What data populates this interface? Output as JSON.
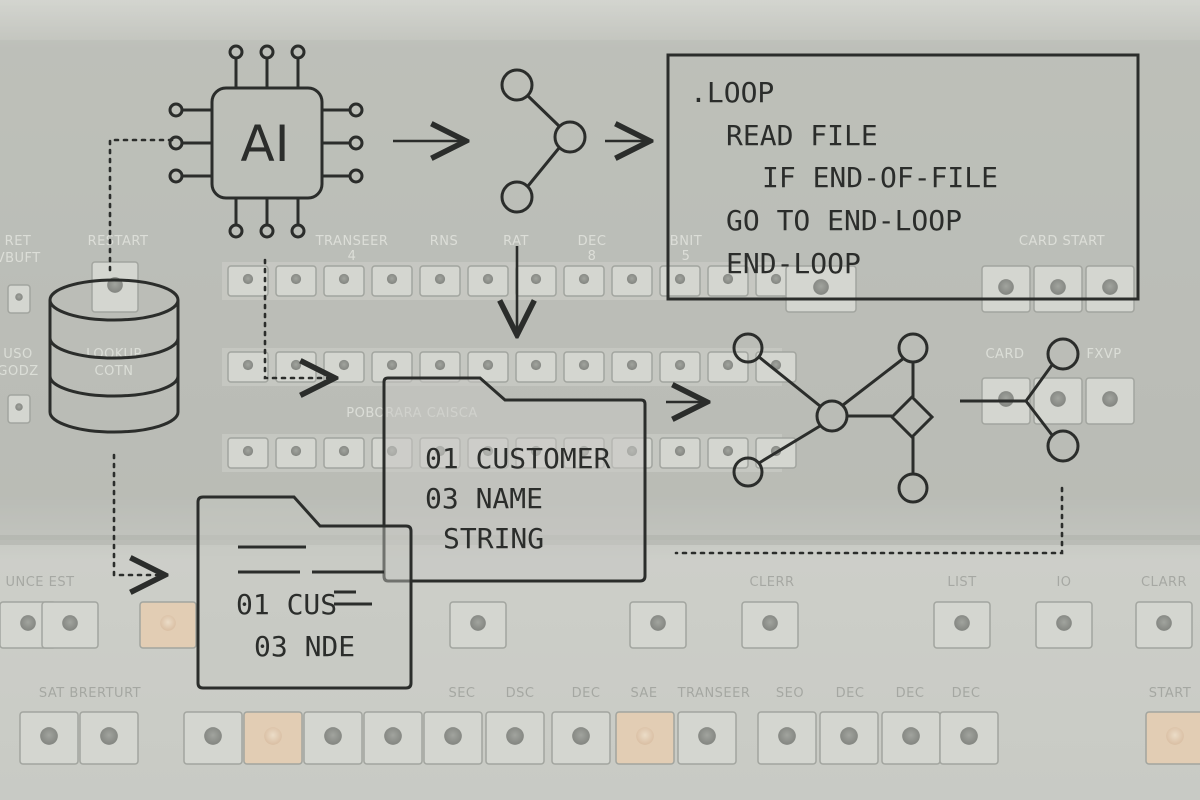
{
  "chip": {
    "label": "AI"
  },
  "code_box": {
    "lines": [
      ".LOOP",
      "READ FILE",
      "IF END-OF-FILE",
      "GO TO END-LOOP",
      "END-LOOP"
    ]
  },
  "folder_back": {
    "lines": [
      "01 CUSTOMER",
      "03 NAME",
      "STRING"
    ]
  },
  "folder_front": {
    "lines": [
      "01 CUS",
      "03 NDE"
    ]
  },
  "console": {
    "labels": {
      "l_ret": "RET",
      "l_restart": "RESTART",
      "l_tvbuf": "TVBUFT",
      "l_trnsfer": "TRANSEER",
      "l_num4": "4",
      "l_rns": "RNS",
      "l_rat": "RAT",
      "l_dec1": "DEC",
      "l_dec1b": "8",
      "l_bnit": "BNIT",
      "l_num5": "5",
      "l_card_start": "CARD START",
      "l_card": "CARD",
      "l_fxvp": "FXVP",
      "l_lookup": "LOOKUP",
      "l_cotn": "COTN",
      "l_uso": "USO",
      "l_godz": "GODZ",
      "l_porb": "POBORARA CAISCA",
      "l_unce": "UNCE EST",
      "l_clerr": "CLERR",
      "l_list": "LIST",
      "l_io": "IO",
      "l_clarr": "CLARR",
      "l_start": "START",
      "l_sat": "SAT BRERTURT",
      "l_sec": "SEC",
      "l_dsc": "DSC",
      "l_dec2": "DEC",
      "l_sae": "SAE",
      "l_trnsfer2": "TRANSEER",
      "l_seo": "SEO",
      "l_dec3": "DEC",
      "l_dec4": "DEC",
      "l_dec5": "DEC"
    }
  },
  "colors": {
    "ink": "#2b2d2b",
    "panel": "#b3b4ae",
    "button": "#d3d4cf",
    "lamp_warm": "#e9c9a6"
  }
}
